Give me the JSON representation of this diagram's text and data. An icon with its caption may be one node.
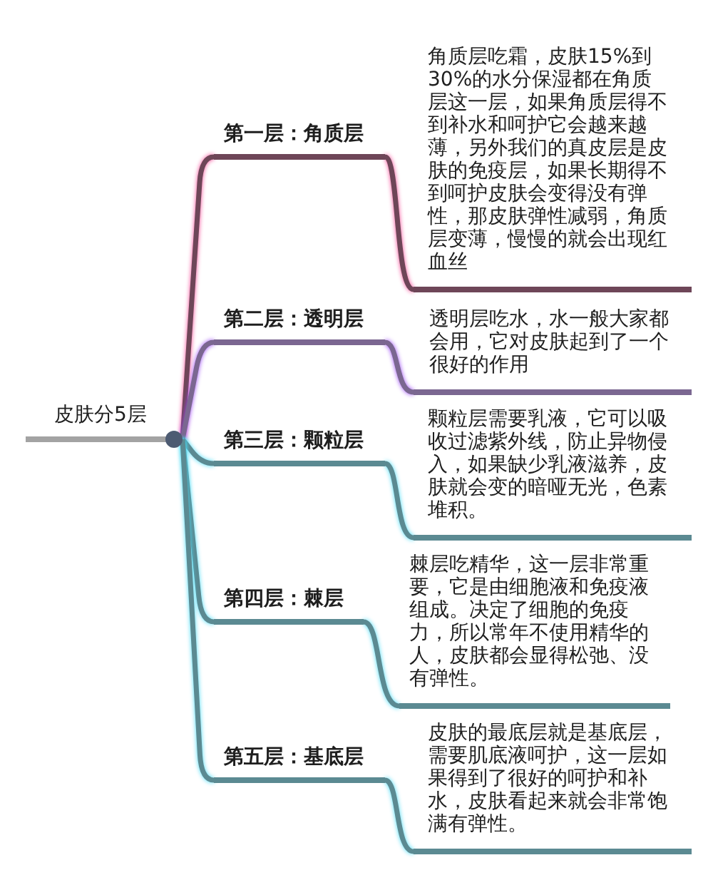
{
  "diagram": {
    "nodes": [
      {
        "text": [
          "皮肤分5层"
        ]
      },
      {
        "text": [
          "第一层：角质层"
        ]
      },
      {
        "text": [
          "角质层吃霜，皮肤15%到30%的水分保湿都在角质层这一层，如果角质层得不到补水和呵护它会越来越薄，另外我们的真皮层是皮肤的免疫层，如果长期得不到呵护皮肤会变得没有弹性，那皮肤弹性减弱，角质层变薄，慢慢的就会出现红血丝"
        ]
      },
      {
        "text": [
          "第二层：透明层"
        ]
      },
      {
        "text": [
          "透明层吃水，水一般大家都会用，它对皮肤起到了一个很好的作用"
        ]
      },
      {
        "text": [
          "第三层：颗粒层"
        ]
      },
      {
        "text": [
          "颗粒层需要乳液，它可以吸收过滤紫外线，防止异物侵入，如果缺少乳液滋养，皮肤就会变的暗哑无光，色素堆积。"
        ]
      },
      {
        "text": [
          "第四层：棘层"
        ]
      },
      {
        "text": [
          "棘层吃精华，这一层非常重要，它是由细胞液和免疫液组成。决定了细胞的免疫力，所以常年不使用精华的人，皮肤都会显得松弛、没有弹性。"
        ]
      },
      {
        "text": [
          "第五层：基底层"
        ]
      },
      {
        "text": [
          "皮肤的最底层就是基底层，需要肌底液呵护，这一层如果得到了很好的呵护和补水，皮肤看起来就会非常饱满有弹性。"
        ]
      }
    ],
    "edges": [
      {
        "from": 0,
        "to": 1,
        "arrow": "none",
        "color": "#6e4658"
      },
      {
        "from": 1,
        "to": 2,
        "arrow": "none",
        "color": "#6e4658"
      },
      {
        "from": 0,
        "to": 3,
        "arrow": "none",
        "color": "#7b6791"
      },
      {
        "from": 3,
        "to": 4,
        "arrow": "none",
        "color": "#7b6791"
      },
      {
        "from": 0,
        "to": 5,
        "arrow": "none"
      },
      {
        "from": 5,
        "to": 6,
        "arrow": "none"
      },
      {
        "from": 0,
        "to": 7,
        "arrow": "none"
      },
      {
        "from": 7,
        "to": 8,
        "arrow": "none"
      },
      {
        "from": 0,
        "to": 9,
        "arrow": "none"
      },
      {
        "from": 9,
        "to": 10,
        "arrow": "none"
      }
    ]
  }
}
